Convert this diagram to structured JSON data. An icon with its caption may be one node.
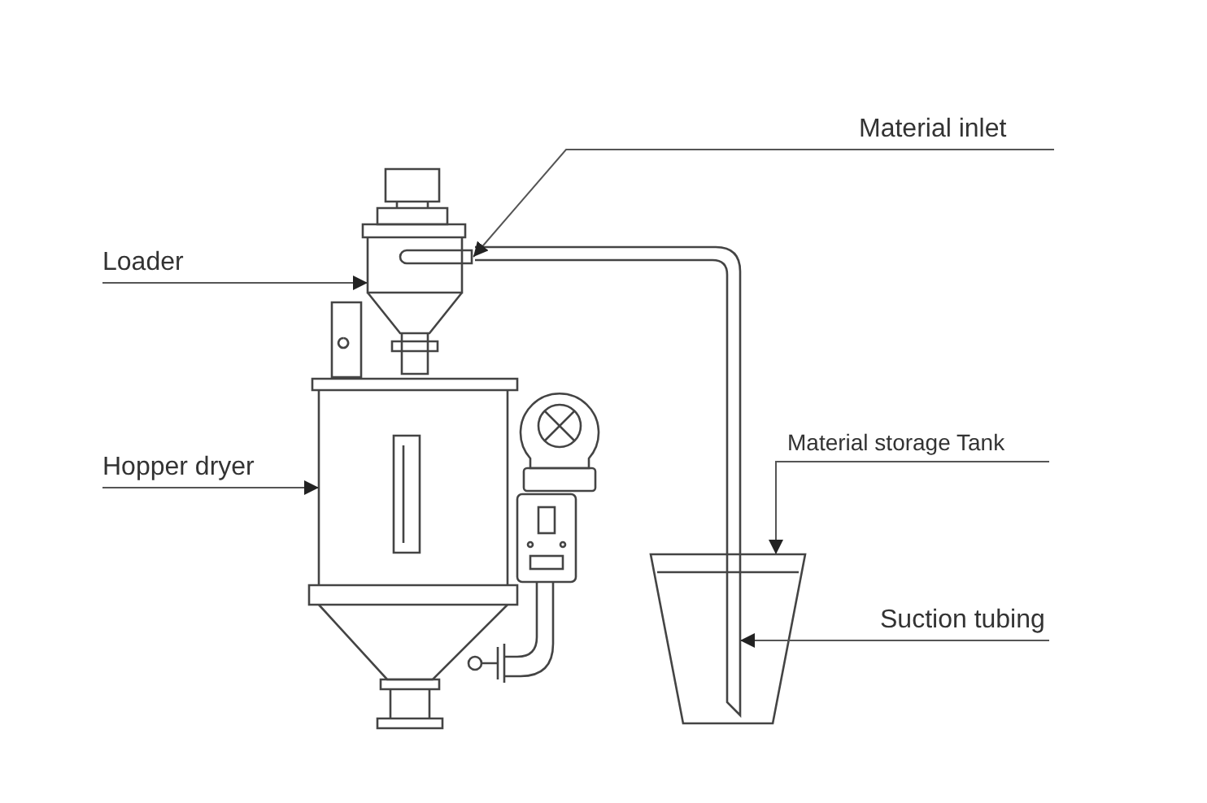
{
  "diagram": {
    "nodes": [
      {
        "text": [
          "Material inlet"
        ]
      },
      {
        "text": [
          "Loader"
        ]
      },
      {
        "text": [
          "Hopper dryer"
        ]
      },
      {
        "text": [
          "Material storage Tank"
        ]
      },
      {
        "text": [
          "Suction tubing"
        ]
      },
      {
        "text": [],
        "shape": "pipe"
      },
      {
        "text": [],
        "shape": "drawing"
      },
      {
        "text": [],
        "shape": "drawing"
      },
      {
        "text": [],
        "shape": "cone"
      },
      {
        "text": [],
        "shape": "pipe",
        "in": 8
      }
    ],
    "edges": [
      {
        "from": 0,
        "to": 5,
        "arrow": "to"
      },
      {
        "from": 1,
        "to": 6,
        "arrow": "to"
      },
      {
        "from": 2,
        "to": 7,
        "arrow": "to"
      },
      {
        "from": 3,
        "to": 8,
        "arrow": "to"
      },
      {
        "from": 4,
        "to": 9,
        "arrow": "to"
      }
    ]
  }
}
